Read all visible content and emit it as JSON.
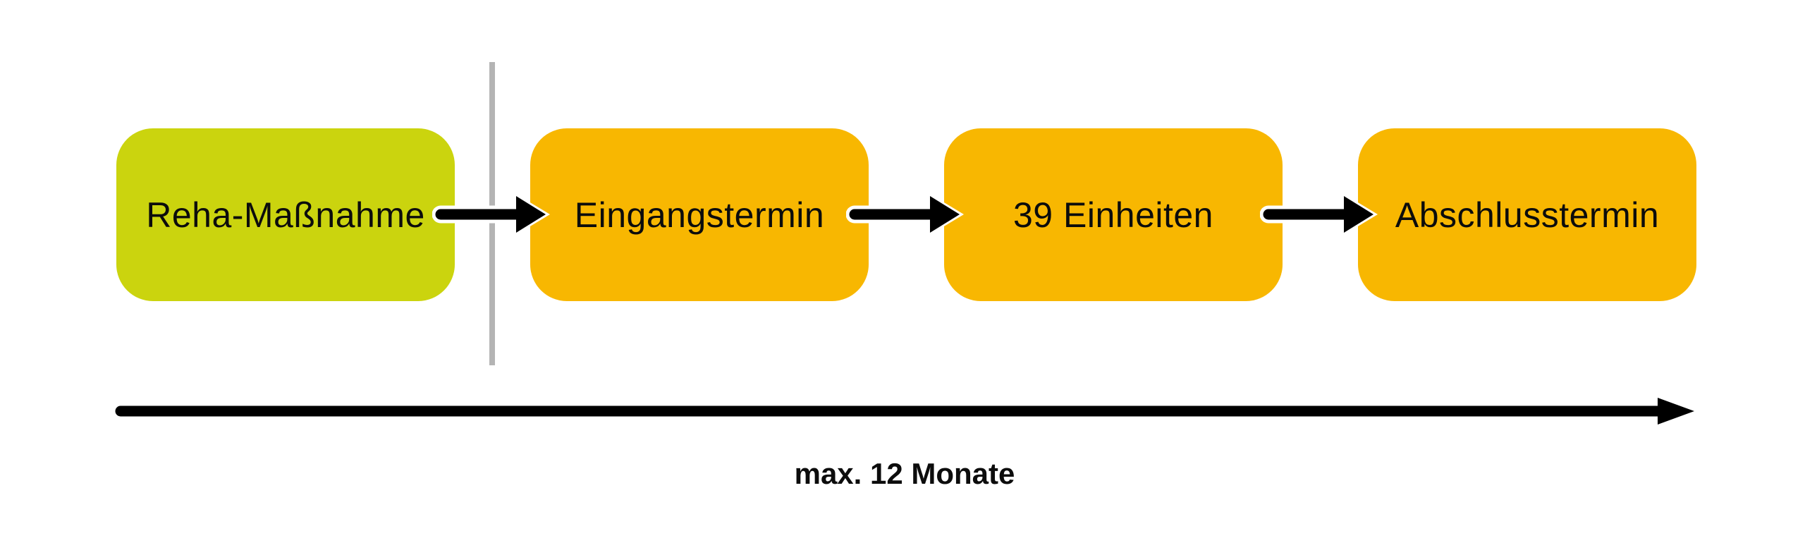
{
  "diagram": {
    "background_color": "#ffffff",
    "divider_color": "#b4b4b4",
    "text_color": "#0c0c0c",
    "nodes": [
      {
        "label": "Reha-Maßnahme",
        "color": "#cbd40e"
      },
      {
        "label": "Eingangstermin",
        "color": "#f8b701"
      },
      {
        "label": "39 Einheiten",
        "color": "#f8b701"
      },
      {
        "label": "Abschlusstermin",
        "color": "#f8b701"
      }
    ],
    "arrows": {
      "color": "#000000",
      "outline_color": "#ffffff"
    },
    "timeline": {
      "label": "max. 12 Monate",
      "arrow_color": "#000000"
    }
  }
}
